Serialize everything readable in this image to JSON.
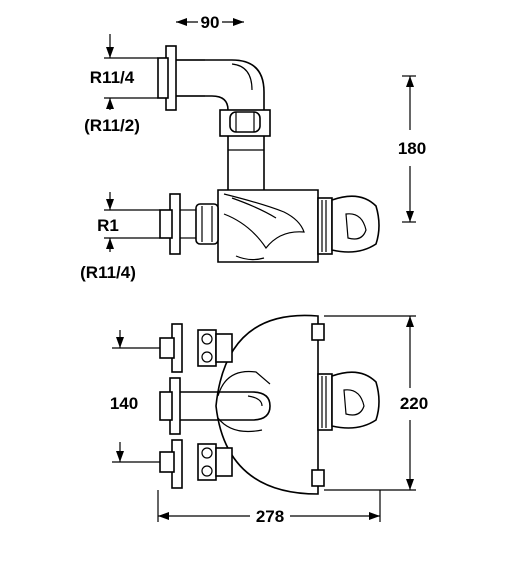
{
  "diagram": {
    "labels": {
      "width_top": "90",
      "thread_upper": "R11/4",
      "thread_upper_alt": "(R11/2)",
      "height_side": "180",
      "thread_lower": "R1",
      "thread_lower_alt": "(R11/4)",
      "spacing_front": "140",
      "height_front": "220",
      "width_front": "278"
    }
  }
}
